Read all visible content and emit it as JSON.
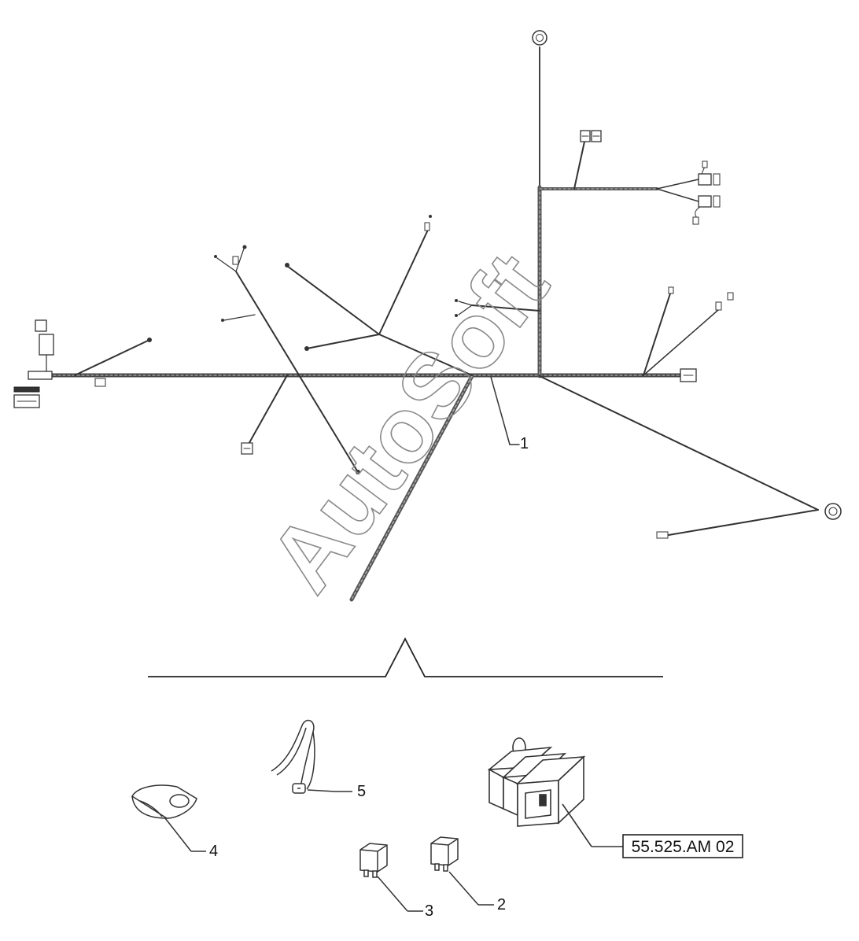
{
  "callouts": {
    "c1": "1",
    "c2": "2",
    "c3": "3",
    "c4": "4",
    "c5": "5"
  },
  "reference": {
    "label": "55.525.AM 02"
  },
  "watermark": {
    "text": "AutoSoft"
  },
  "colors": {
    "line": "#333333",
    "harness": "#555555",
    "watermark": "#8a8a8a"
  }
}
